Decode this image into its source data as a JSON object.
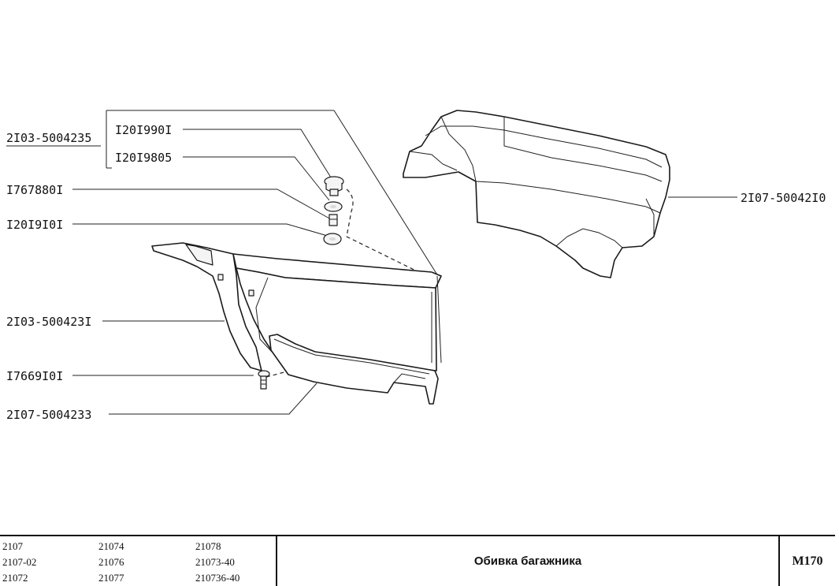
{
  "labels": {
    "group": "2I03-5004235",
    "cap": "I20I990I",
    "washer_upper": "I20I9805",
    "nut": "I767880I",
    "washer_lower": "I20I9I0I",
    "left_trim": "2I03-500423I",
    "screw": "I7669I0I",
    "lower_trim": "2I07-5004233",
    "right_trim": "2I07-50042I0"
  },
  "title_block": {
    "models_col1": [
      "2107",
      "2107-02",
      "21072"
    ],
    "models_col2": [
      "21074",
      "21076",
      "21077"
    ],
    "models_col3": [
      "21078",
      "21073-40",
      "210736-40"
    ],
    "title": "Обивка багажника",
    "code": "M170"
  }
}
